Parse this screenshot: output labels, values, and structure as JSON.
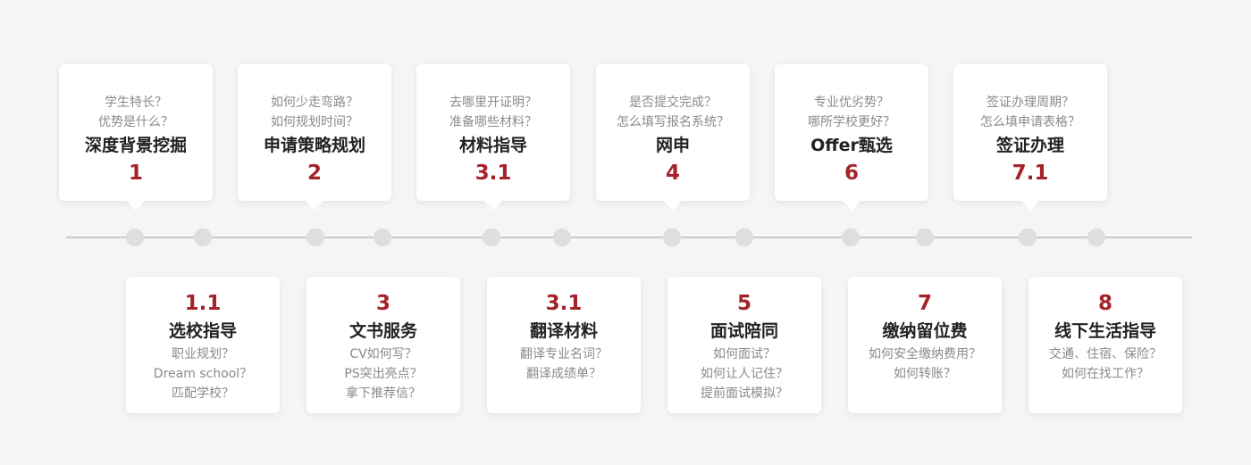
{
  "colors": {
    "background": "#f5f5f5",
    "accent": "#a4232b",
    "card": "#ffffff",
    "line": "#c9c9c9",
    "dot": "#dedede"
  },
  "top_steps": [
    {
      "questions": [
        "学生特长？",
        "优势是什么？"
      ],
      "title": "深度背景挖掘",
      "number": "1"
    },
    {
      "questions": [
        "如何少走弯路？",
        "如何规划时间？"
      ],
      "title": "申请策略规划",
      "number": "2"
    },
    {
      "questions": [
        "去哪里开证明？",
        "准备哪些材料？"
      ],
      "title": "材料指导",
      "number": "3.1"
    },
    {
      "questions": [
        "是否提交完成？",
        "怎么填写报名系统？"
      ],
      "title": "网申",
      "number": "4"
    },
    {
      "questions": [
        "专业优劣势？",
        "哪所学校更好？"
      ],
      "title": "Offer甄选",
      "number": "6"
    },
    {
      "questions": [
        "签证办理周期？",
        "怎么填申请表格？"
      ],
      "title": "签证办理",
      "number": "7.1"
    }
  ],
  "bottom_steps": [
    {
      "number": "1.1",
      "title": "选校指导",
      "questions": [
        "职业规划？",
        "Dream school？",
        "匹配学校？"
      ]
    },
    {
      "number": "3",
      "title": "文书服务",
      "questions": [
        "CV如何写？",
        "PS突出亮点？",
        "拿下推荐信？"
      ]
    },
    {
      "number": "3.1",
      "title": "翻译材料",
      "questions": [
        "翻译专业名词？",
        "翻译成绩单？"
      ]
    },
    {
      "number": "5",
      "title": "面试陪同",
      "questions": [
        "如何面试？",
        "如何让人记住？",
        "提前面试模拟？"
      ]
    },
    {
      "number": "7",
      "title": "缴纳留位费",
      "questions": [
        "如何安全缴纳费用？",
        "如何转账？"
      ]
    },
    {
      "number": "8",
      "title": "线下生活指导",
      "questions": [
        "交通、住宿、保险？",
        "如何在找工作？"
      ]
    }
  ],
  "timeline_dot_count": 12
}
